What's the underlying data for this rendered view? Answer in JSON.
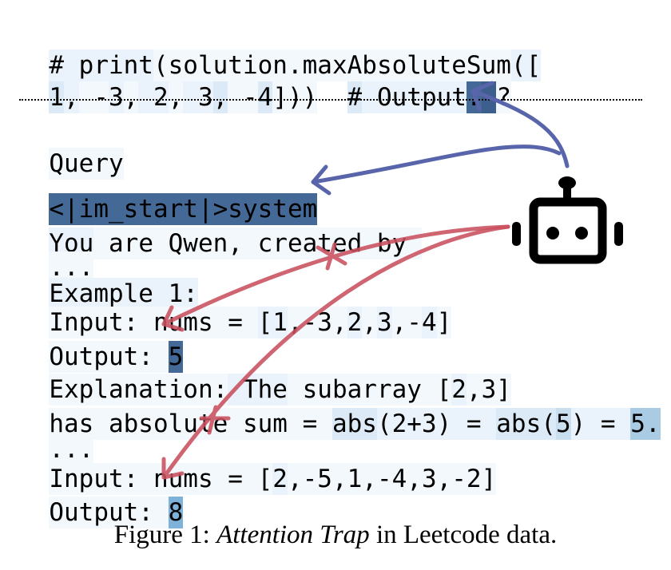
{
  "code_context": {
    "line1": [
      "# print",
      "(solution.maxAbsolute",
      "Sum",
      "(["
    ],
    "line2": [
      "1",
      ",",
      " -",
      "3",
      ",",
      " 2",
      ",",
      " 3",
      ",",
      " -",
      "4",
      "]))",
      "  ",
      "#",
      " Output",
      ":",
      " ",
      "?"
    ]
  },
  "query": {
    "heading": "Query",
    "system_token": "<|im_start|>system",
    "intro_tokens": [
      "You",
      " are Qwen, created by "
    ],
    "ellipsis1": "...",
    "example_label": "Example 1:",
    "input1_tokens": [
      "Input: nums = ",
      "[1",
      ",-3,",
      "2",
      ",",
      "3",
      ",-",
      "4",
      "]"
    ],
    "output1_label": "Output: ",
    "output1_value": "5",
    "explain1_tokens": [
      "Explanation:",
      " The",
      " subarray [",
      "2",
      ",3]"
    ],
    "explain2_tokens": [
      "has absolute sum = ",
      "abs",
      "(",
      "2",
      "+3) = ",
      "abs",
      "(",
      "5",
      ") = ",
      "5",
      "."
    ],
    "ellipsis2": "...",
    "input2_tokens": [
      "Input: nums = [",
      "2",
      ",-5,1,-4,3,-2]"
    ],
    "output2_label": "Output: ",
    "output2_value": "8"
  },
  "caption": {
    "prefix": "Figure 1: ",
    "emphasis": "Attention Trap",
    "suffix": " in Leetcode data."
  },
  "colors": {
    "blue_arrow": "#5865ab",
    "red_arrow": "#c9505e",
    "highlight_dark": "#456997"
  },
  "icons": {
    "agent": "robot-icon"
  }
}
